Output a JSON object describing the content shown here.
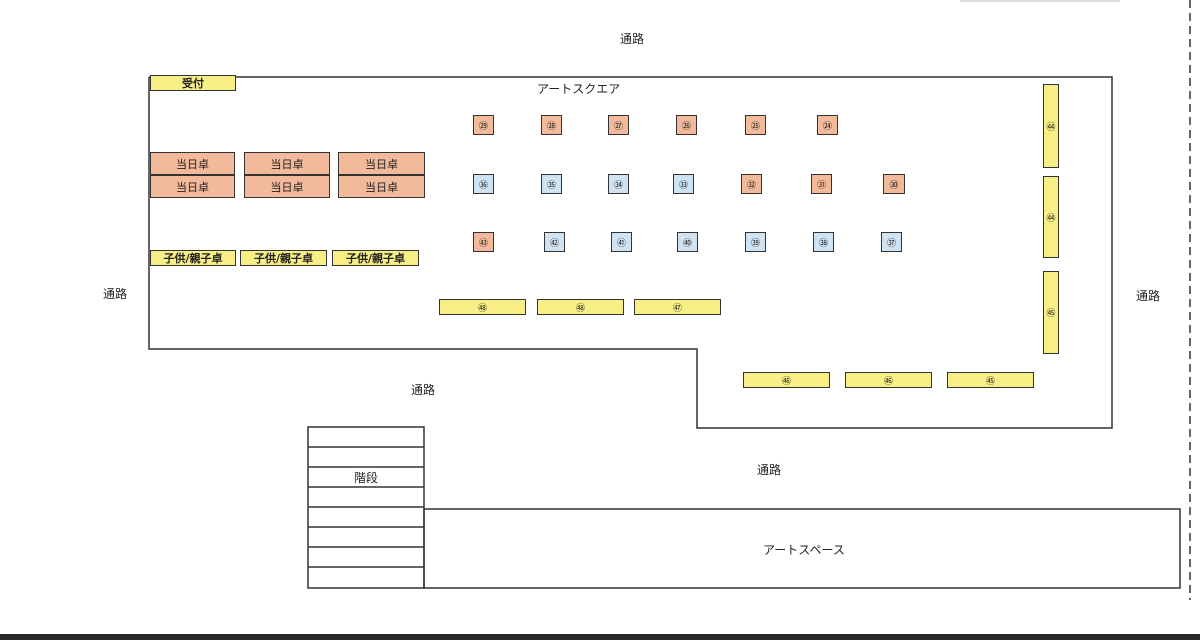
{
  "aisles": [
    "通路",
    "通路",
    "通路",
    "通路",
    "通路"
  ],
  "area_name": "アートスクエア",
  "reception": "受付",
  "stairs": "階段",
  "art_space": "アートスペース",
  "same_day_tables": [
    "当日卓",
    "当日卓",
    "当日卓",
    "当日卓",
    "当日卓",
    "当日卓"
  ],
  "kids_tables": [
    "子供/親子卓",
    "子供/親子卓",
    "子供/親子卓"
  ],
  "row1_booths": [
    "㉙",
    "㉘",
    "㉗",
    "㉖",
    "㉕",
    "㉔"
  ],
  "row2_booths": [
    "㊱",
    "㉟",
    "㉞",
    "㉝",
    "㉜",
    "㉛",
    "㉚"
  ],
  "row3_booths": [
    "㊸",
    "㊷",
    "㊶",
    "㊵",
    "㊴",
    "㊳",
    "㊲"
  ],
  "long_tables_mid": [
    "㊽",
    "㊽",
    "㊼"
  ],
  "long_tables_bottom": [
    "㊻",
    "㊻",
    "㊺"
  ],
  "right_tables": [
    "㊹",
    "㊹",
    "㊺"
  ],
  "colors": {
    "yellow": "#f7ee86",
    "orange": "#f2b99a",
    "blue": "#cfe3f3"
  }
}
